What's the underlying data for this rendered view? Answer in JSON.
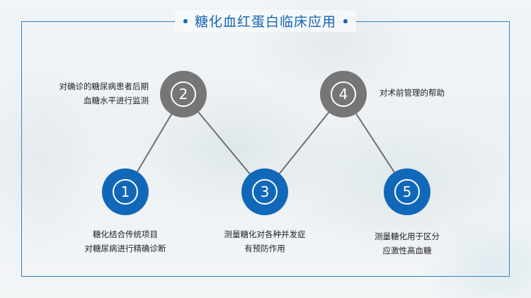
{
  "title": "糖化血红蛋白临床应用",
  "colors": {
    "accent": "#1564b3",
    "gray_node": "#767676",
    "blue_node": "#1268b8"
  },
  "steps": [
    {
      "number": "1",
      "lines": [
        "糖化结合传统项目",
        "对糖尿病进行精确诊断"
      ]
    },
    {
      "number": "2",
      "lines": [
        "对确诊的糖尿病患者后期",
        "血糖水平进行监测"
      ]
    },
    {
      "number": "3",
      "lines": [
        "测量糖化对各种并发症",
        "有预防作用"
      ]
    },
    {
      "number": "4",
      "lines": [
        "对术前管理的帮助"
      ]
    },
    {
      "number": "5",
      "lines": [
        "测量糖化用于区分",
        "应激性高血糖"
      ]
    }
  ]
}
